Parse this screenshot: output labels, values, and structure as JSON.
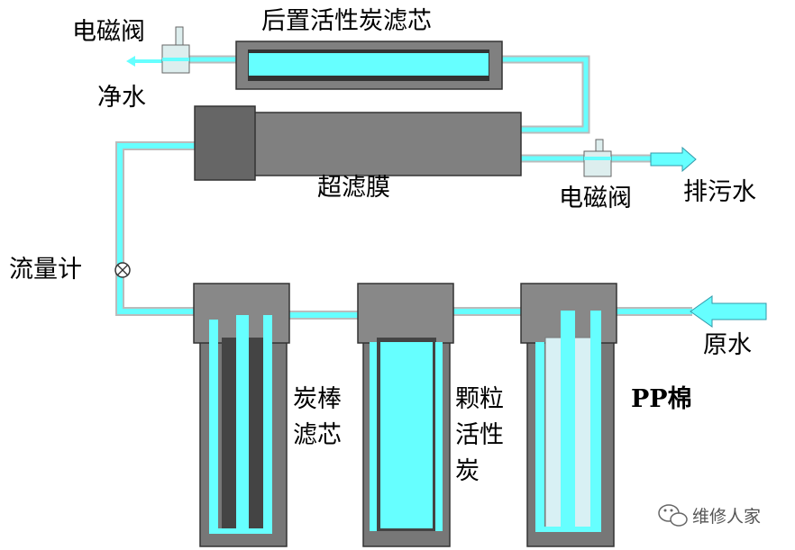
{
  "labels": {
    "solenoid_valve_top": "电磁阀",
    "post_carbon": "后置活性炭滤芯",
    "pure_water": "净水",
    "uf_membrane": "超滤膜",
    "solenoid_valve_right": "电磁阀",
    "waste_water": "排污水",
    "flow_meter": "流量计",
    "raw_water": "原水",
    "carbon_block_line1": "炭棒",
    "carbon_block_line2": "滤芯",
    "gac_line1": "颗粒",
    "gac_line2": "活性",
    "gac_line3": "炭",
    "pp_cotton": "PP棉"
  },
  "watermark": {
    "text": "维修人家",
    "icon": "wechat-icon"
  },
  "colors": {
    "water": "#66FFFF",
    "housing_dark": "#777777",
    "housing_mid": "#888888",
    "pipe_border": "#BBBBBB",
    "sleeve_dark": "#444444",
    "sleeve_light": "#D8F0F4",
    "membrane_body": "#808080"
  }
}
